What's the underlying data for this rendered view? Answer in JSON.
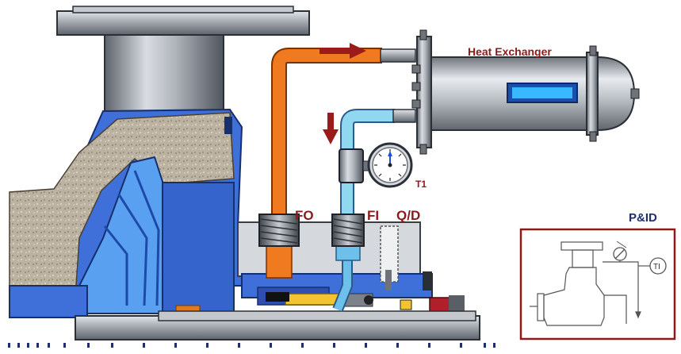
{
  "labels": {
    "heat_exchanger": "Heat Exchanger",
    "fo": "FO",
    "fi": "FI",
    "qd": "Q/D",
    "t1": "T1",
    "pid_title": "P&ID",
    "ti": "TI"
  },
  "colors": {
    "hot_line": "#f07a20",
    "cool_line": "#8fd8f0",
    "flow_arrow": "#9b1b1b",
    "label_red": "#8b1a1a",
    "pid_border": "#8b1a1a",
    "pid_title": "#1f2f6b",
    "casing_blue": "#3f6fd8",
    "impeller_blue": "#5aa0f0",
    "concrete": "#bfb6a6",
    "steel": "#9aa0a8"
  },
  "icons": {
    "flow_arrow_right": "flow-arrow-right-icon",
    "flow_arrow_down": "flow-arrow-down-icon",
    "pressure_gauge": "pressure-gauge-icon"
  }
}
